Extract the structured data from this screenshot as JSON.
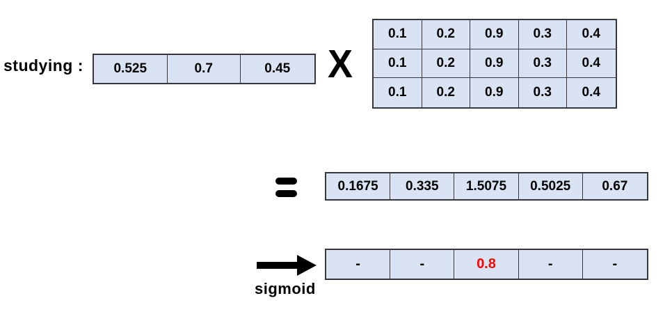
{
  "input": {
    "label": "studying :",
    "vector": [
      "0.525",
      "0.7",
      "0.45"
    ]
  },
  "operators": {
    "multiply": "X",
    "equals": "="
  },
  "weight_matrix": {
    "rows": [
      [
        "0.1",
        "0.2",
        "0.9",
        "0.3",
        "0.4"
      ],
      [
        "0.1",
        "0.2",
        "0.9",
        "0.3",
        "0.4"
      ],
      [
        "0.1",
        "0.2",
        "0.9",
        "0.3",
        "0.4"
      ]
    ]
  },
  "result": {
    "vector": [
      "0.1675",
      "0.335",
      "1.5075",
      "0.5025",
      "0.67"
    ]
  },
  "activation": {
    "label": "sigmoid",
    "vector": [
      "-",
      "-",
      "0.8",
      "-",
      "-"
    ],
    "highlight_index": 2,
    "highlight_value": "0.8"
  },
  "colors": {
    "cell_background": "#dae3f3",
    "cell_border": "#35363e",
    "text": "#000000",
    "highlight_text": "#ff0000",
    "canvas_background": "#ffffff"
  }
}
